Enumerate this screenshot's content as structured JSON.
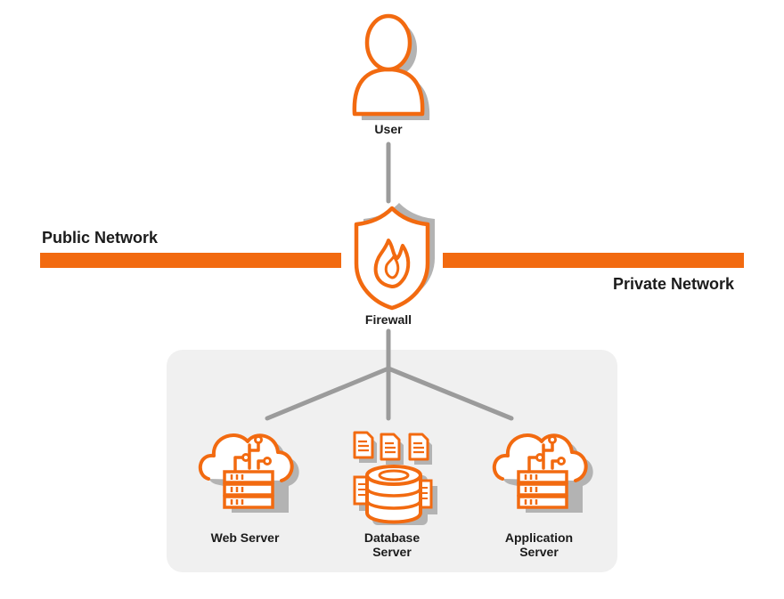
{
  "colors": {
    "accent": "#f26a10",
    "connector": "#9b9b9b",
    "shadow": "#b3b3b3",
    "panel": "#f0f0f0",
    "text": "#1b1b1b"
  },
  "networks": {
    "public_label": "Public Network",
    "private_label": "Private Network"
  },
  "nodes": {
    "user": {
      "label": "User",
      "icon": "user-icon"
    },
    "firewall": {
      "label": "Firewall",
      "icon": "shield-flame-icon"
    },
    "web_server": {
      "label": "Web Server",
      "icon": "cloud-server-icon"
    },
    "database_server": {
      "label_line1": "Database",
      "label_line2": "Server",
      "icon": "database-documents-icon"
    },
    "application_server": {
      "label_line1": "Application",
      "label_line2": "Server",
      "icon": "cloud-server-icon"
    }
  }
}
